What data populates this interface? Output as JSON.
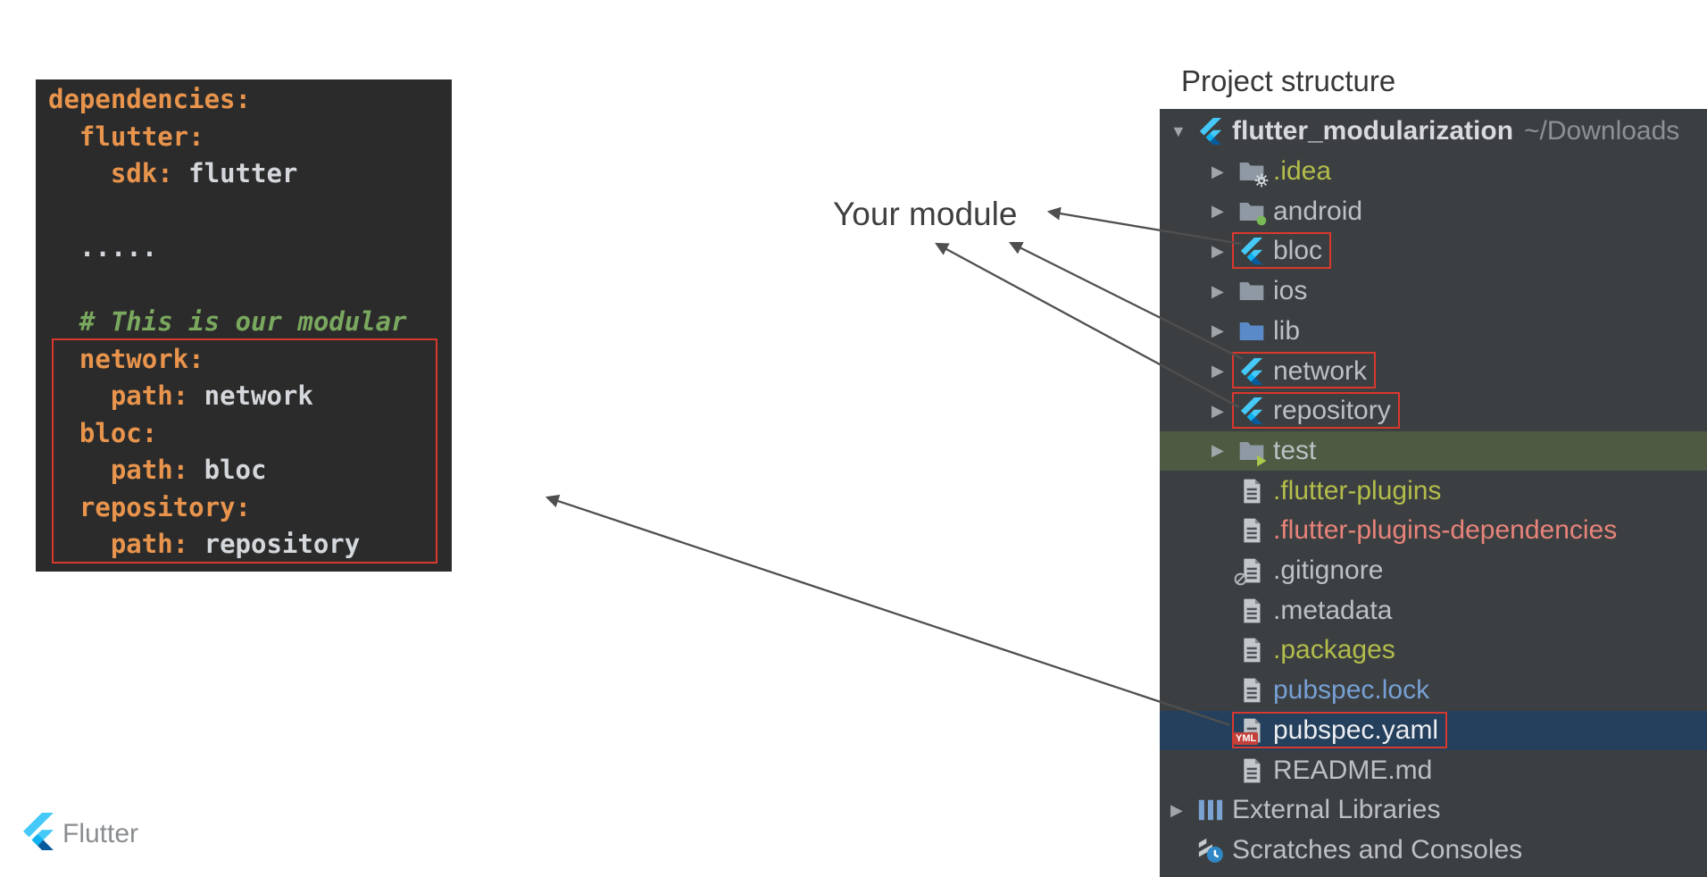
{
  "page": {
    "your_module_label": "Your module",
    "footer_brand_label": "Flutter"
  },
  "code_panel": {
    "file_type": "yaml",
    "lines": [
      {
        "segments": [
          {
            "text": "dependencies:",
            "type": "key"
          }
        ]
      },
      {
        "segments": [
          {
            "text": "  ",
            "type": "plain"
          },
          {
            "text": "flutter:",
            "type": "key"
          }
        ]
      },
      {
        "segments": [
          {
            "text": "    ",
            "type": "plain"
          },
          {
            "text": "sdk:",
            "type": "key"
          },
          {
            "text": " flutter",
            "type": "value"
          }
        ]
      },
      {
        "segments": []
      },
      {
        "segments": [
          {
            "text": "  ",
            "type": "plain"
          },
          {
            "text": ".....",
            "type": "value"
          }
        ]
      },
      {
        "segments": []
      },
      {
        "segments": [
          {
            "text": "  ",
            "type": "plain"
          },
          {
            "text": "# This is our modular",
            "type": "comment"
          }
        ]
      },
      {
        "segments": [
          {
            "text": "  ",
            "type": "plain"
          },
          {
            "text": "network:",
            "type": "key"
          }
        ]
      },
      {
        "segments": [
          {
            "text": "    ",
            "type": "plain"
          },
          {
            "text": "path:",
            "type": "key"
          },
          {
            "text": " network",
            "type": "value"
          }
        ]
      },
      {
        "segments": [
          {
            "text": "  ",
            "type": "plain"
          },
          {
            "text": "bloc:",
            "type": "key"
          }
        ]
      },
      {
        "segments": [
          {
            "text": "    ",
            "type": "plain"
          },
          {
            "text": "path:",
            "type": "key"
          },
          {
            "text": " bloc",
            "type": "value"
          }
        ]
      },
      {
        "segments": [
          {
            "text": "  ",
            "type": "plain"
          },
          {
            "text": "repository:",
            "type": "key"
          }
        ]
      },
      {
        "segments": [
          {
            "text": "    ",
            "type": "plain"
          },
          {
            "text": "path:",
            "type": "key"
          },
          {
            "text": " repository",
            "type": "value"
          }
        ]
      }
    ]
  },
  "project_panel": {
    "title": "Project structure",
    "yml_badge": "YML",
    "items": [
      {
        "label": "flutter_modularization",
        "suffix": "~/Downloads",
        "icon": "flutter",
        "chevron": "down",
        "level": 0,
        "bold": true,
        "color": "#d8dade"
      },
      {
        "label": ".idea",
        "icon": "folder-idea",
        "chevron": "right",
        "level": 1,
        "color": "#b3bd4a"
      },
      {
        "label": "android",
        "icon": "folder-android",
        "chevron": "right",
        "level": 1
      },
      {
        "label": "bloc",
        "icon": "flutter",
        "chevron": "right",
        "level": 1,
        "boxed": true
      },
      {
        "label": "ios",
        "icon": "folder-ios",
        "chevron": "right",
        "level": 1
      },
      {
        "label": "lib",
        "icon": "folder-lib",
        "chevron": "right",
        "level": 1
      },
      {
        "label": "network",
        "icon": "flutter",
        "chevron": "right",
        "level": 1,
        "boxed": true
      },
      {
        "label": "repository",
        "icon": "flutter",
        "chevron": "right",
        "level": 1,
        "boxed": true
      },
      {
        "label": "test",
        "icon": "folder-test",
        "chevron": "right",
        "level": 1,
        "highlight": "#4e5a41"
      },
      {
        "label": ".flutter-plugins",
        "icon": "file",
        "level": 1,
        "color": "#b3bd4a"
      },
      {
        "label": ".flutter-plugins-dependencies",
        "icon": "file",
        "level": 1,
        "color": "#e8837a"
      },
      {
        "label": ".gitignore",
        "icon": "file-git",
        "level": 1
      },
      {
        "label": ".metadata",
        "icon": "file",
        "level": 1
      },
      {
        "label": ".packages",
        "icon": "file",
        "level": 1,
        "color": "#b3bd4a"
      },
      {
        "label": "pubspec.lock",
        "icon": "file",
        "level": 1,
        "color": "#76a0d4"
      },
      {
        "label": "pubspec.yaml",
        "icon": "file-yml",
        "level": 1,
        "boxed": true,
        "highlight": "#24405c",
        "color": "#eceef1"
      },
      {
        "label": "README.md",
        "icon": "file",
        "level": 1
      },
      {
        "label": "External Libraries",
        "icon": "libraries",
        "chevron": "right",
        "level": 0
      },
      {
        "label": "Scratches and Consoles",
        "icon": "scratches",
        "level": 0
      }
    ]
  },
  "colors": {
    "highlight_red": "#d9382c",
    "code_bg": "#2b2b2b",
    "code_key_orange": "#e8944c",
    "code_comment_green": "#79a85e",
    "panel_bg": "#3c3f41",
    "selection_blue": "#24405c",
    "test_row_green": "#4e5a41",
    "flutter_blue": "#45c9f8"
  }
}
